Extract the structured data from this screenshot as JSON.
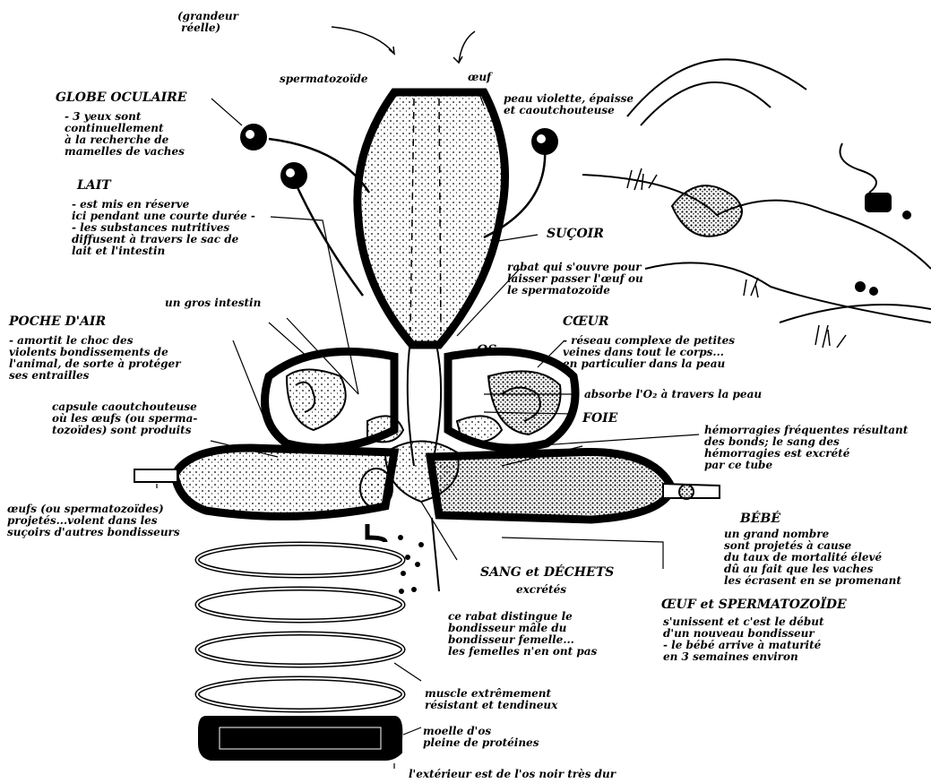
{
  "labels": {
    "grandeur": "(grandeur\n réelle)",
    "spermatozoide": "spermatozoïde",
    "oeuf_top": "œuf",
    "peau_violette": "peau violette, épaisse\net caoutchouteuse",
    "globe_title": "GLOBE OCULAIRE",
    "globe_text": "- 3 yeux sont\ncontinuellement\nà la recherche de\nmamelles de vaches",
    "lait_title": "LAIT",
    "lait_text": "- est mis en réserve\nici pendant une courte durée -\n- les substances nutritives\ndiffusent à travers le sac de\nlait et l'intestin",
    "sucoir": "SUÇOIR",
    "rabat_top": "rabat qui s'ouvre pour\nlaisser passer l'œuf ou\nle spermatozoïde",
    "gros_intestin": "un gros intestin",
    "poche_title": "POCHE D'AIR",
    "poche_text": "- amortit le choc des\nviolents bondissements de\nl'animal, de sorte à protéger\nses entrailles",
    "coeur_title": "CŒUR",
    "coeur_text": "- réseau complexe de petites\nveines dans tout le corps...\nen particulier dans la peau",
    "os": "OS",
    "absorbe": "absorbe l'O₂ à travers la peau",
    "capsule": "capsule caoutchouteuse\noù les œufs (ou sperma-\ntozoïdes) sont produits",
    "foie": "FOIE",
    "hemorragies": "hémorragies fréquentes résultant\ndes bonds; le sang des\nhémorragies est excrété\npar ce tube",
    "oeufs_projetes": "œufs (ou spermatozoïdes)\nprojetés...volent dans les\nsuçoirs d'autres bondisseurs",
    "bebe_title": "BÉBÉ",
    "bebe_text": "un grand nombre\nsont projetés à cause\ndu taux de mortalité élevé\ndû au fait que les vaches\nles écrasent en se promenant",
    "sang_title": "SANG et DÉCHETS",
    "sang_text": "excrétés",
    "oeuf_sperm_title": "ŒUF et SPERMATOZOÏDE",
    "oeuf_sperm_text": "s'unissent et c'est le début\nd'un nouveau bondisseur\n- le bébé arrive à maturité\nen 3 semaines environ",
    "rabat_bottom": "ce rabat distingue le\nbondisseur mâle du\nbondisseur femelle...\nles femelles n'en ont pas",
    "muscle": "muscle extrêmement\nrésistant et tendineux",
    "moelle": "moelle d'os\npleine de protéines",
    "exterieur": "l'extérieur est de l'os noir très dur"
  }
}
